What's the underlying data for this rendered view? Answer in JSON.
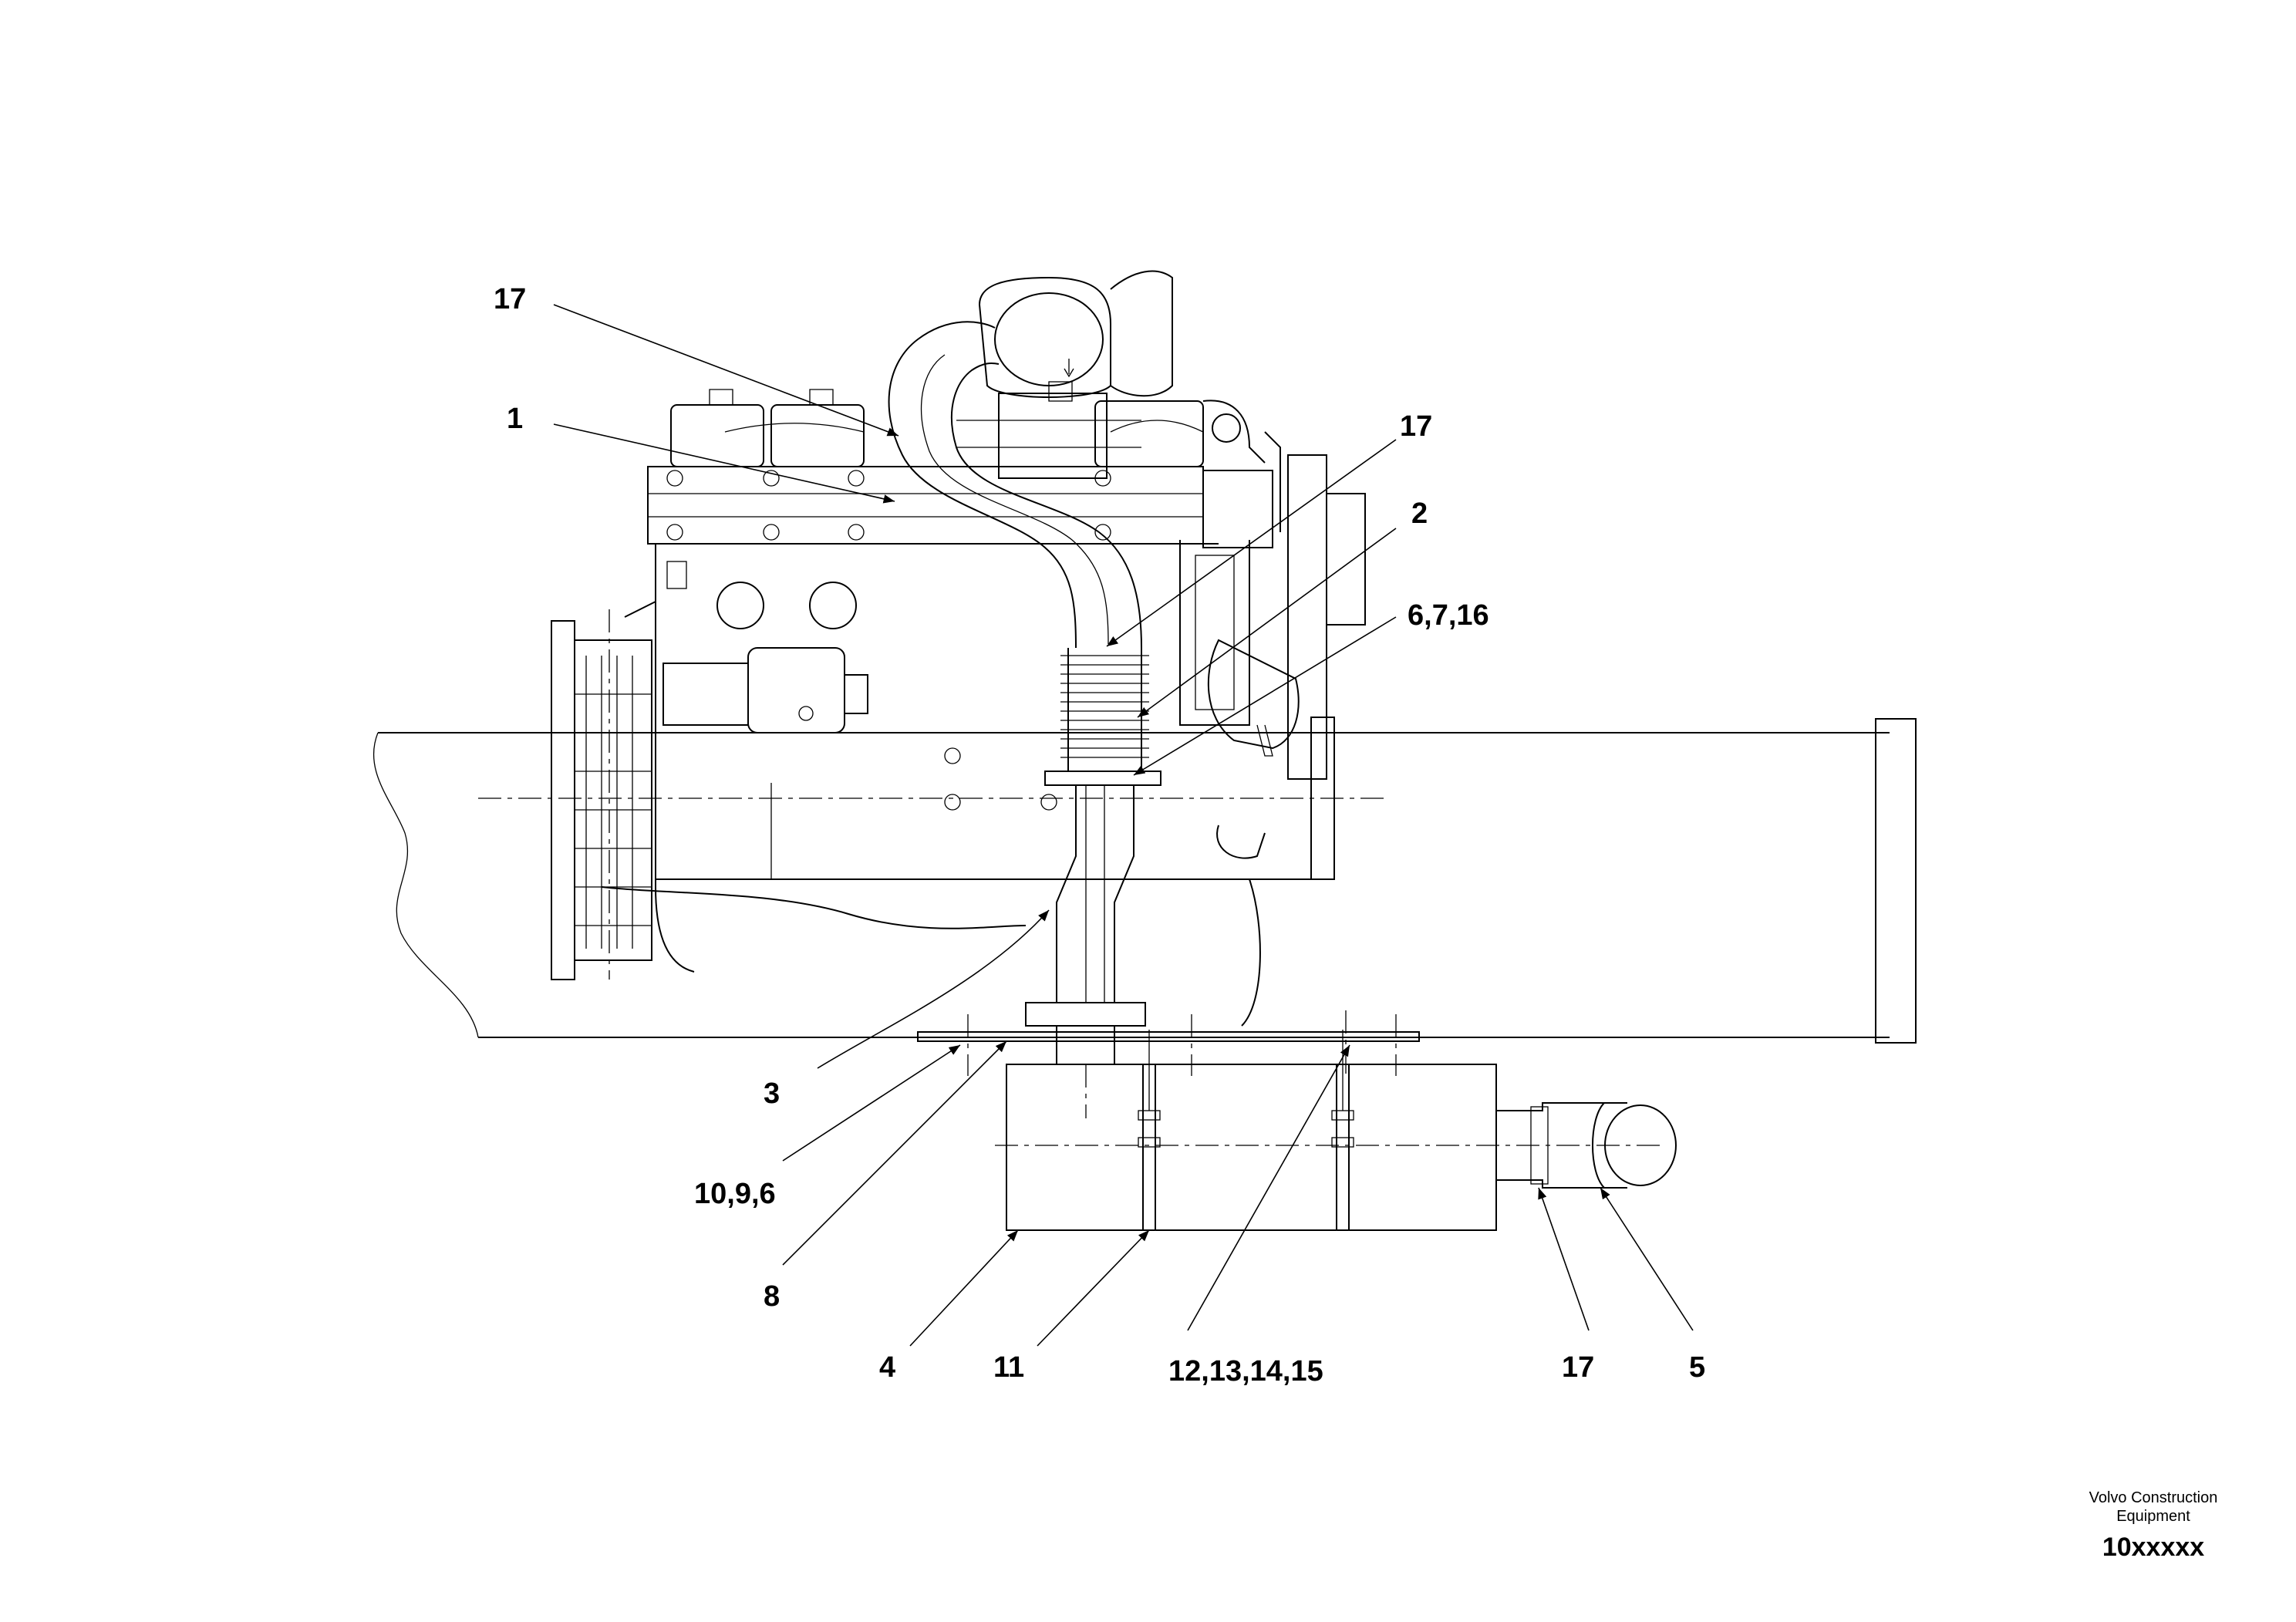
{
  "callouts": [
    {
      "id": "c17a",
      "text": "17"
    },
    {
      "id": "c1",
      "text": "1"
    },
    {
      "id": "c17b",
      "text": "17"
    },
    {
      "id": "c2",
      "text": "2"
    },
    {
      "id": "c6716",
      "text": "6,7,16"
    },
    {
      "id": "c3",
      "text": "3"
    },
    {
      "id": "c1096",
      "text": "10,9,6"
    },
    {
      "id": "c8",
      "text": "8"
    },
    {
      "id": "c4",
      "text": "4"
    },
    {
      "id": "c11",
      "text": "11"
    },
    {
      "id": "c12131415",
      "text": "12,13,14,15"
    },
    {
      "id": "c17c",
      "text": "17"
    },
    {
      "id": "c5",
      "text": "5"
    }
  ],
  "footer": {
    "company_line1": "Volvo Construction",
    "company_line2": "Equipment",
    "drawing_code": "10xxxxx"
  }
}
